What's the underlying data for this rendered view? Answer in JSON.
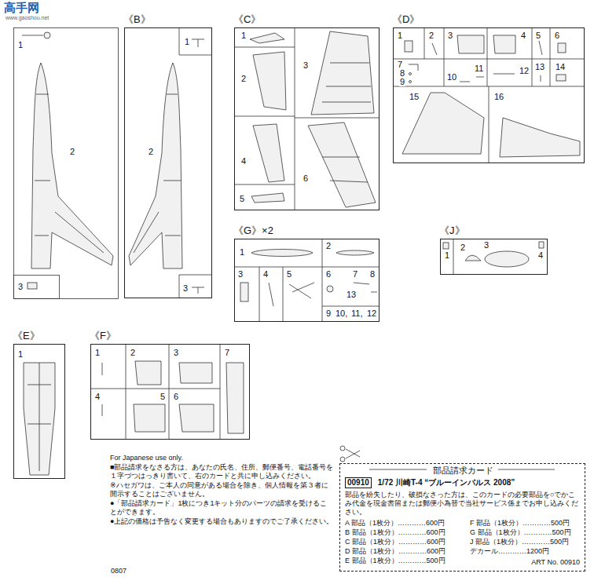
{
  "diagram": {
    "nodes": [
      {
        "text": [
          "《B》"
        ]
      },
      {
        "text": [
          "《C》"
        ]
      },
      {
        "text": [
          "《D》"
        ]
      },
      {
        "text": [
          "《G》×2"
        ]
      },
      {
        "text": [
          "《J》"
        ]
      },
      {
        "text": [
          "《E》"
        ]
      },
      {
        "text": [
          "《F》"
        ]
      },
      {
        "text": [
          "部品請求カード",
          "1/72 川崎T-4 “ブルーインパルス 2008”",
          "部品を紛失したり、破損なさった方は、このカードの必要部品を○でかこみ代金を現金書留または郵便小為替で当社サービス係までお申し込みください。",
          "A 部品（1枚分）…………600円",
          "B 部品（1枚分）…………600円",
          "C 部品（1枚分）…………600円",
          "D 部品（1枚分）…………600円",
          "E 部品（1枚分）…………500円",
          "F 部品（1枚分）…………500円",
          "G 部品（1枚分）…………500円",
          "J 部品（1枚分）…………500円",
          "デカール…………1200円",
          "ART No. 00910"
        ]
      },
      {
        "text": [
          "00910"
        ],
        "in": 7
      }
    ],
    "labels": [
      "高手网",
      "www.gaoshou.net",
      "1",
      "2",
      "3",
      "1",
      "2",
      "3",
      "1",
      "2",
      "3",
      "4",
      "5",
      "6",
      "1",
      "2",
      "3",
      "4",
      "5",
      "6",
      "7",
      "8",
      "9",
      "10",
      "11",
      "12",
      "13",
      "14",
      "15",
      "16",
      "1",
      "2",
      "3",
      "4",
      "5",
      "6",
      "7",
      "8",
      "13",
      "9",
      "10,",
      "11,",
      "12",
      "1",
      "2",
      "3",
      "4",
      "1",
      "1",
      "2",
      "3",
      "4",
      "5",
      "6",
      "7",
      "For Japanese use only.",
      "■部品請求をなさる方は、あなたの氏名、住所、郵便番号、電話番号を１字づつはっきり書いて、右のカードと共に申し込みください。",
      "※ハセガワは、ご本人の同意がある場合を除き、個人情報を第３者に開示することはございません。",
      "●「部品請求カード」1枚につき1キット分のパーツの請求を受けることができます。",
      "●上記の価格は予告なく変更する場合もありますのでご了承ください。",
      "0807"
    ]
  }
}
